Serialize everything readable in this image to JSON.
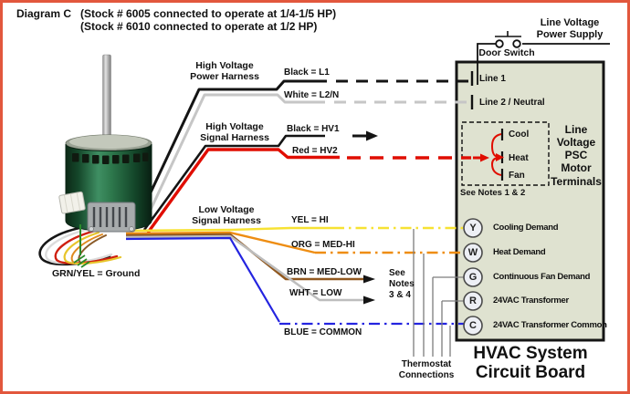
{
  "title": {
    "diagram": "Diagram C",
    "stock1": "(Stock # 6005 connected to operate at 1/4-1/5 HP)",
    "stock2": "(Stock # 6010 connected to operate at 1/2 HP)"
  },
  "supply": {
    "label": "Line Voltage\nPower Supply",
    "door_switch": "Door Switch"
  },
  "harnesses": {
    "hv_power": "High Voltage\nPower Harness",
    "hv_signal": "High Voltage\nSignal Harness",
    "lv_signal": "Low Voltage\nSignal Harness"
  },
  "wires": {
    "black_l1": "Black = L1",
    "white_l2n": "White = L2/N",
    "black_hv1": "Black = HV1",
    "red_hv2": "Red = HV2",
    "yel_hi": "YEL = HI",
    "org_medhi": "ORG = MED-HI",
    "brn_medlow": "BRN = MED-LOW",
    "wht_low": "WHT = LOW",
    "blue_common": "BLUE = COMMON",
    "ground": "GRN/YEL = Ground"
  },
  "notes": {
    "notes12": "See Notes 1 & 2",
    "notes34": "See\nNotes\n3 & 4"
  },
  "board": {
    "line1": "Line 1",
    "line2": "Line 2 / Neutral",
    "psc": {
      "cool": "Cool",
      "heat": "Heat",
      "fan": "Fan",
      "label": "Line\nVoltage\nPSC\nMotor\nTerminals"
    },
    "terminals": [
      {
        "letter": "Y",
        "label": "Cooling Demand"
      },
      {
        "letter": "W",
        "label": "Heat Demand"
      },
      {
        "letter": "G",
        "label": "Continuous Fan Demand"
      },
      {
        "letter": "R",
        "label": "24VAC Transformer"
      },
      {
        "letter": "C",
        "label": "24VAC Transformer Common"
      }
    ],
    "title": "HVAC System\nCircuit Board"
  },
  "thermostat": "Thermostat\nConnections",
  "colors": {
    "frame": "#e2573d",
    "board_fill": "#dfe2d0",
    "wire_black": "#141414",
    "wire_white": "#c6c6c6",
    "wire_red": "#e00d00",
    "wire_yellow": "#f7e233",
    "wire_orange": "#ee8d12",
    "wire_brown": "#90581f",
    "wire_gray": "#bdbdbd",
    "wire_blue": "#2424e0",
    "wire_green": "#2a8a2a"
  }
}
